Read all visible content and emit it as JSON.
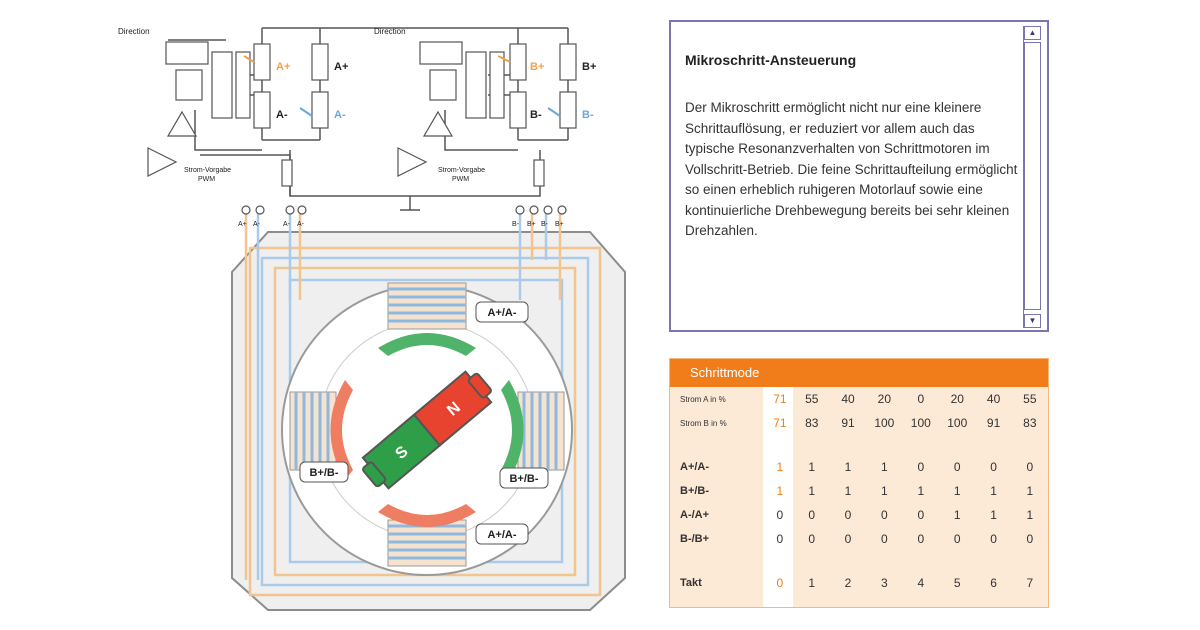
{
  "circuit": {
    "direction_label": "Direction",
    "transistors": [
      "A+",
      "A-",
      "A+",
      "A-",
      "B+",
      "B-",
      "B+",
      "B-"
    ],
    "sense_caption": [
      "Strom-Vorgabe",
      "PWM"
    ],
    "terminals_a": [
      "A+",
      "A-",
      "A-",
      "A-"
    ],
    "terminals_b": [
      "B-",
      "B+",
      "B-",
      "B+"
    ]
  },
  "motor": {
    "coil_labels": [
      "A+/A-",
      "B+/B-",
      "B+/B-",
      "A+/A-"
    ],
    "magnet_n": "N",
    "magnet_s": "S",
    "colors": {
      "north": "#e8432f",
      "south": "#2f9e48",
      "housing": "#efefef",
      "orange_wire": "#f2b679",
      "blue_wire": "#9cc3e6"
    }
  },
  "info": {
    "title": "Mikroschritt-Ansteuerung",
    "body": "Der Mikroschritt ermöglicht nicht nur eine kleinere Schrittauflösung, er reduziert vor allem auch das typische Resonanzverhalten von Schrittmotoren im Vollschritt-Betrieb. Die feine Schrittaufteilung ermöglicht so einen erheblich ruhigeren Motorlauf sowie eine kontinuierliche Drehbewegung bereits bei sehr kleinen Drehzahlen.",
    "scroll_up_glyph": "▲",
    "scroll_down_glyph": "▼"
  },
  "modes": {
    "header": "Schrittmode",
    "accent_color": "#f07d1a",
    "rows": [
      {
        "label": "Strom A in %",
        "values": [
          "71",
          "55",
          "40",
          "20",
          "0",
          "20",
          "40",
          "55"
        ]
      },
      {
        "label": "Strom B in %",
        "values": [
          "71",
          "83",
          "91",
          "100",
          "100",
          "100",
          "91",
          "83"
        ]
      },
      {
        "label": "A+/A-",
        "values": [
          "1",
          "1",
          "1",
          "1",
          "0",
          "0",
          "0",
          "0"
        ]
      },
      {
        "label": "B+/B-",
        "values": [
          "1",
          "1",
          "1",
          "1",
          "1",
          "1",
          "1",
          "1"
        ]
      },
      {
        "label": "A-/A+",
        "values": [
          "0",
          "0",
          "0",
          "0",
          "0",
          "1",
          "1",
          "1"
        ]
      },
      {
        "label": "B-/B+",
        "values": [
          "0",
          "0",
          "0",
          "0",
          "0",
          "0",
          "0",
          "0"
        ]
      },
      {
        "label": "Takt",
        "values": [
          "0",
          "1",
          "2",
          "3",
          "4",
          "5",
          "6",
          "7"
        ]
      }
    ]
  }
}
